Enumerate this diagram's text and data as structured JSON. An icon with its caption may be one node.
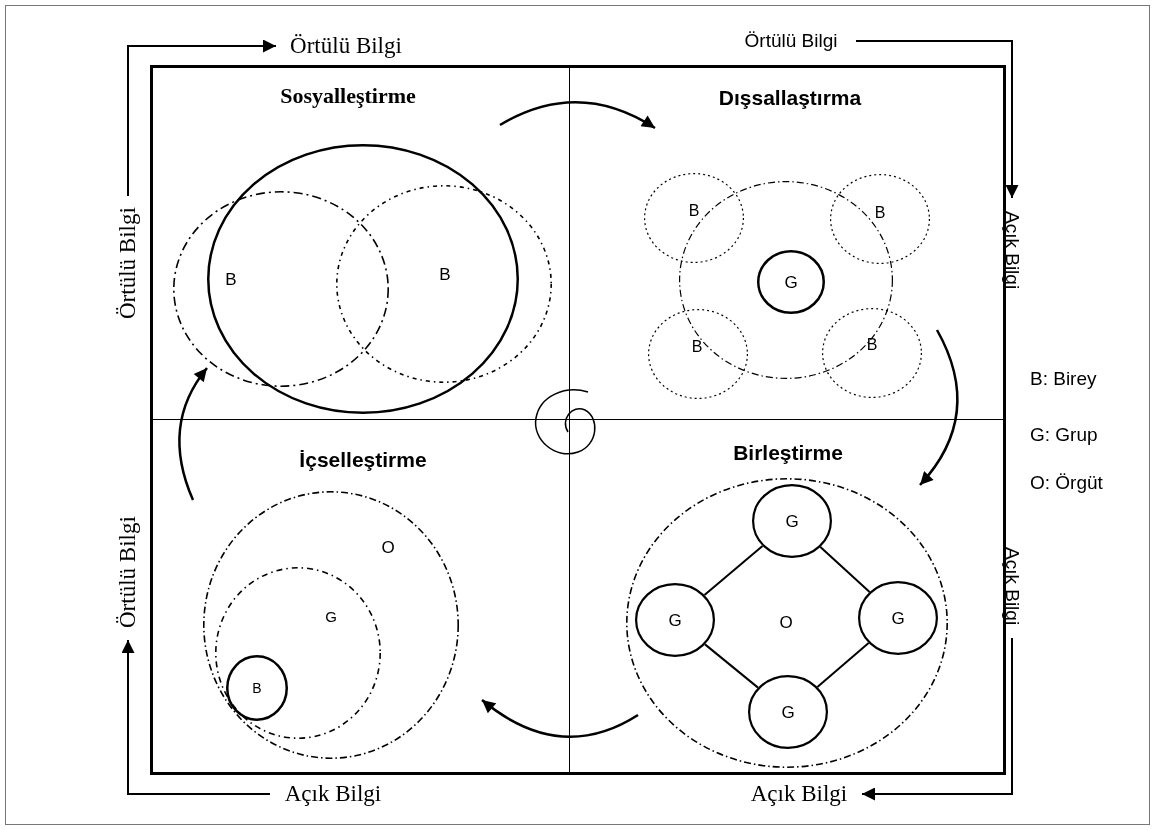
{
  "diagram": {
    "nodes": [
      {
        "text": [
          "Örtülü Bilgi"
        ]
      },
      {
        "text": [
          "Örtülü Bilgi"
        ]
      },
      {
        "text": [
          "Örtülü Bilgi"
        ]
      },
      {
        "text": [
          "Açık Bilgi"
        ]
      },
      {
        "text": [
          "Sosyalleştirme"
        ]
      },
      {
        "text": [],
        "shape": "circle",
        "in": 4
      },
      {
        "text": [
          "B"
        ],
        "in": 4
      },
      {
        "text": [
          "B"
        ],
        "in": 4
      },
      {
        "text": [
          "Dışsallaştırma"
        ]
      },
      {
        "text": [],
        "shape": "circle",
        "in": 8
      },
      {
        "text": [
          "B"
        ],
        "in": 8
      },
      {
        "text": [
          "B"
        ],
        "in": 8
      },
      {
        "text": [
          "G"
        ],
        "in": 9
      },
      {
        "text": [
          "B"
        ],
        "in": 8
      },
      {
        "text": [
          "B"
        ],
        "in": 8
      },
      {
        "text": [
          "Örtülü Bilgi"
        ]
      },
      {
        "text": [
          "Açık Bilgi"
        ]
      },
      {
        "text": [
          "İçselleştirme"
        ]
      },
      {
        "text": [
          "O"
        ],
        "in": 17
      },
      {
        "text": [
          "G"
        ],
        "in": 18
      },
      {
        "text": [
          "B"
        ],
        "in": 19
      },
      {
        "text": [
          "Birleştirme"
        ]
      },
      {
        "text": [
          "O"
        ],
        "in": 21
      },
      {
        "text": [
          "G"
        ],
        "in": 22
      },
      {
        "text": [
          "G"
        ],
        "in": 22
      },
      {
        "text": [
          "G"
        ],
        "in": 22
      },
      {
        "text": [
          "G"
        ],
        "in": 22
      },
      {
        "text": [
          "Açık Bilgi"
        ]
      },
      {
        "text": [
          "Açık Bilgi"
        ]
      }
    ],
    "edges": [
      {
        "from": 2,
        "to": 0,
        "arrow": "to"
      },
      {
        "from": 1,
        "to": 3,
        "arrow": "to"
      },
      {
        "from": 16,
        "to": 28,
        "arrow": "to"
      },
      {
        "from": 27,
        "to": 15,
        "arrow": "to"
      },
      {
        "from": 23,
        "to": 24,
        "arrow": "none"
      },
      {
        "from": 23,
        "to": 25,
        "arrow": "none"
      },
      {
        "from": 24,
        "to": 26,
        "arrow": "none"
      },
      {
        "from": 25,
        "to": 26,
        "arrow": "none"
      }
    ],
    "labels": [
      "B: Birey",
      "G: Grup",
      "O: Örgüt"
    ]
  }
}
